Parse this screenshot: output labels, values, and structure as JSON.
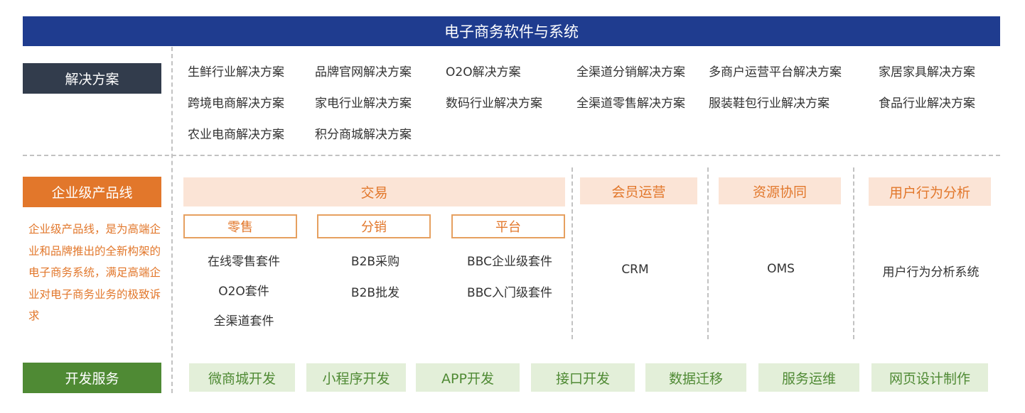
{
  "title": "电子商务软件与系统",
  "solutions": {
    "label": "解决方案",
    "items": [
      "生鲜行业解决方案",
      "品牌官网解决方案",
      "O2O解决方案",
      "全渠道分销解决方案",
      "多商户运营平台解决方案",
      "家居家具解决方案",
      "跨境电商解决方案",
      "家电行业解决方案",
      "数码行业解决方案",
      "全渠道零售解决方案",
      "服装鞋包行业解决方案",
      "食品行业解决方案",
      "农业电商解决方案",
      "积分商城解决方案"
    ]
  },
  "product_line": {
    "label": "企业级产品线",
    "description": "企业级产品线，是为高端企业和品牌推出的全新构架的电子商务系统，满足高端企业对电子商务业务的极致诉求",
    "trade": {
      "label": "交易",
      "groups": [
        {
          "label": "零售",
          "items": [
            "在线零售套件",
            "O2O套件",
            "全渠道套件"
          ]
        },
        {
          "label": "分销",
          "items": [
            "B2B采购",
            "B2B批发"
          ]
        },
        {
          "label": "平台",
          "items": [
            "BBC企业级套件",
            "BBC入门级套件"
          ]
        }
      ]
    },
    "columns": [
      {
        "label": "会员运营",
        "item": "CRM"
      },
      {
        "label": "资源协同",
        "item": "OMS"
      },
      {
        "label": "用户行为分析",
        "item": "用户行为分析系统"
      }
    ]
  },
  "dev_services": {
    "label": "开发服务",
    "items": [
      "微商城开发",
      "小程序开发",
      "APP开发",
      "接口开发",
      "数据迁移",
      "服务运维",
      "网页设计制作"
    ]
  },
  "colors": {
    "title_bg": "#1f3c8f",
    "solutions_bg": "#323c4c",
    "product_orange": "#e2772b",
    "dev_green": "#4f8a34",
    "category_bg": "#fbe4d6",
    "dev_item_bg": "#e3efd9"
  }
}
